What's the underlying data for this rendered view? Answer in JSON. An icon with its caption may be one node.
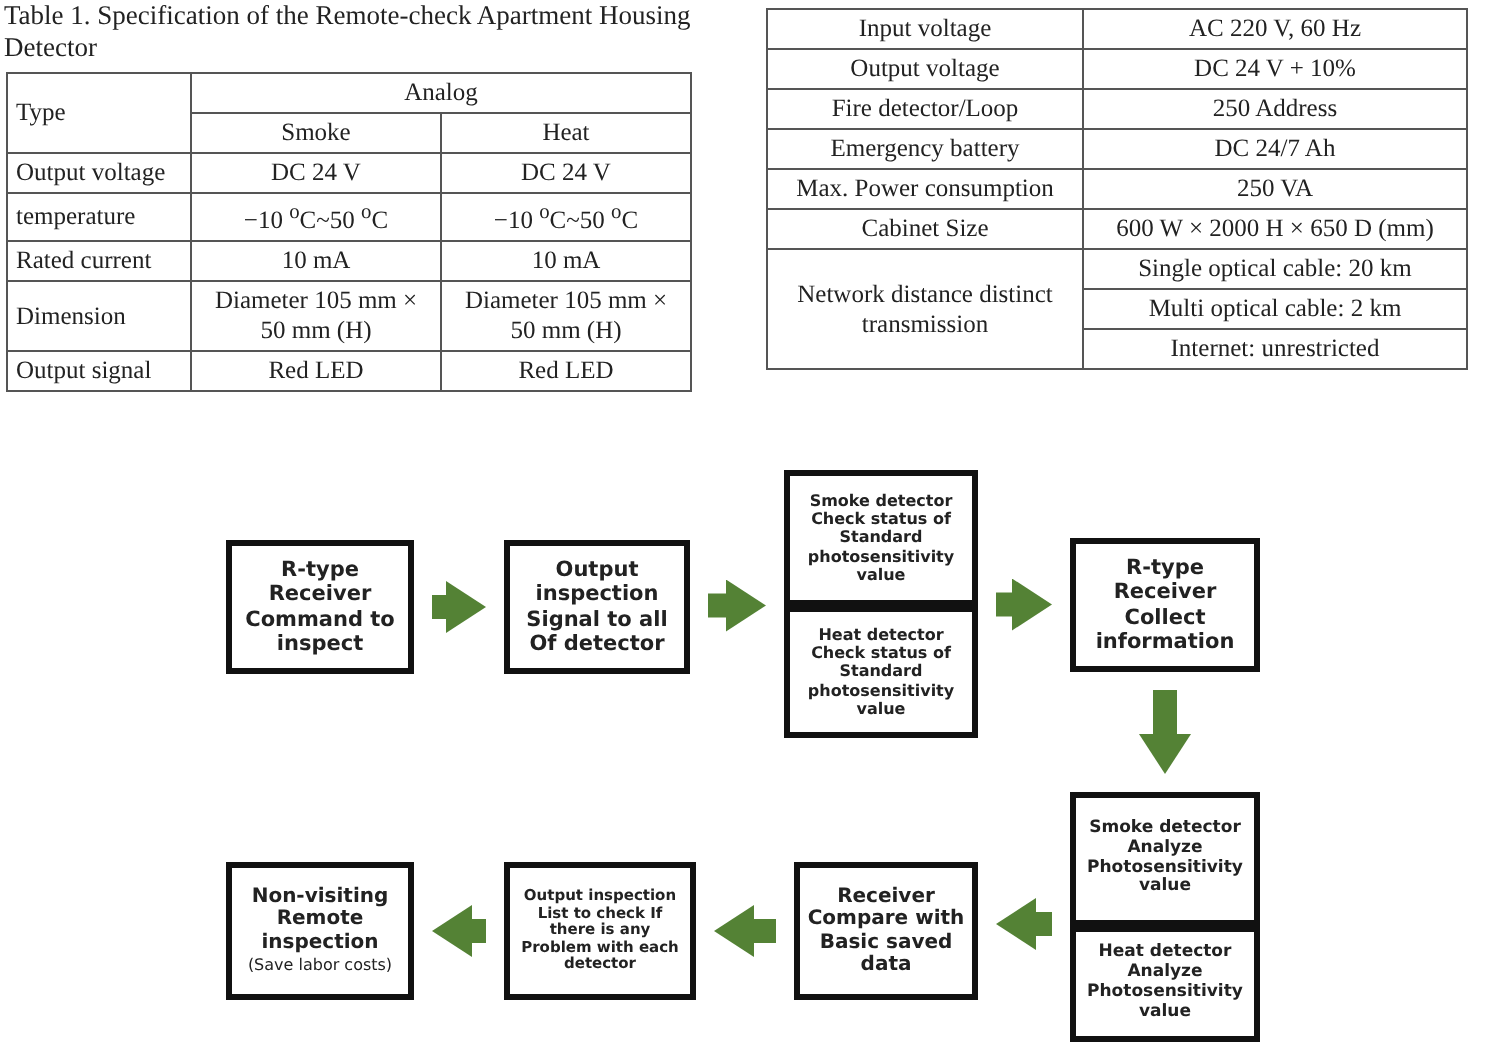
{
  "diagram": {
    "nodes": [
      {
        "text": [
          "R-type Receiver Command to inspect"
        ]
      },
      {
        "text": [
          "Output inspection Signal to all Of detector"
        ]
      },
      {
        "text": [
          "Smoke detector Check status of Standard photosensitivity value"
        ]
      },
      {
        "text": [
          "Heat detector Check status of Standard photosensitivity value"
        ]
      },
      {
        "text": [
          "R-type Receiver Collect information"
        ]
      },
      {
        "text": [
          "Smoke detector Analyze Photosensitivity value"
        ]
      },
      {
        "text": [
          "Heat detector Analyze Photosensitivity value"
        ]
      },
      {
        "text": [
          "Receiver Compare with Basic saved data"
        ]
      },
      {
        "text": [
          "Output inspection List to check If there is any Problem with each detector"
        ]
      },
      {
        "text": [
          "Non-visiting Remote inspection",
          "(Save labor costs)"
        ]
      }
    ],
    "edges": [
      {
        "from": 0,
        "to": 1,
        "arrow": "to"
      },
      {
        "from": 1,
        "to": 2,
        "arrow": "to"
      },
      {
        "from": 1,
        "to": 3,
        "arrow": "to"
      },
      {
        "from": 2,
        "to": 4,
        "arrow": "to"
      },
      {
        "from": 3,
        "to": 4,
        "arrow": "to"
      },
      {
        "from": 4,
        "to": 5,
        "arrow": "to"
      },
      {
        "from": 5,
        "to": 7,
        "arrow": "to"
      },
      {
        "from": 6,
        "to": 7,
        "arrow": "to"
      },
      {
        "from": 7,
        "to": 8,
        "arrow": "to"
      },
      {
        "from": 8,
        "to": 9,
        "arrow": "to"
      }
    ],
    "labels": [
      "Table 1. Specification of the Remote-check Apartment Housing Detector",
      "Type",
      "Analog",
      "Smoke",
      "Heat",
      "Output voltage",
      "DC 24 V",
      "DC 24 V",
      "temperature",
      "−10 $^{o}$C~50 $^{o}$C",
      "−10 $^{o}$C~50 $^{o}$C",
      "Rated current",
      "10 mA",
      "10 mA",
      "Dimension",
      "Diameter 105 mm × 50 mm (H)",
      "Diameter 105 mm × 50 mm (H)",
      "Output signal",
      "Red LED",
      "Red LED",
      "Input voltage",
      "AC 220 V, 60 Hz",
      "Output voltage",
      "DC 24 V + 10%",
      "Fire detector/Loop",
      "250 Address",
      "Emergency battery",
      "DC 24/7 Ah",
      "Max. Power consumption",
      "250 VA",
      "Cabinet Size",
      "600 W × 2000 H × 650 D (mm)",
      "Network distance distinct transmission",
      "Single optical cable: 20 km",
      "Multi optical cable: 2 km",
      "Internet: unrestricted"
    ]
  }
}
